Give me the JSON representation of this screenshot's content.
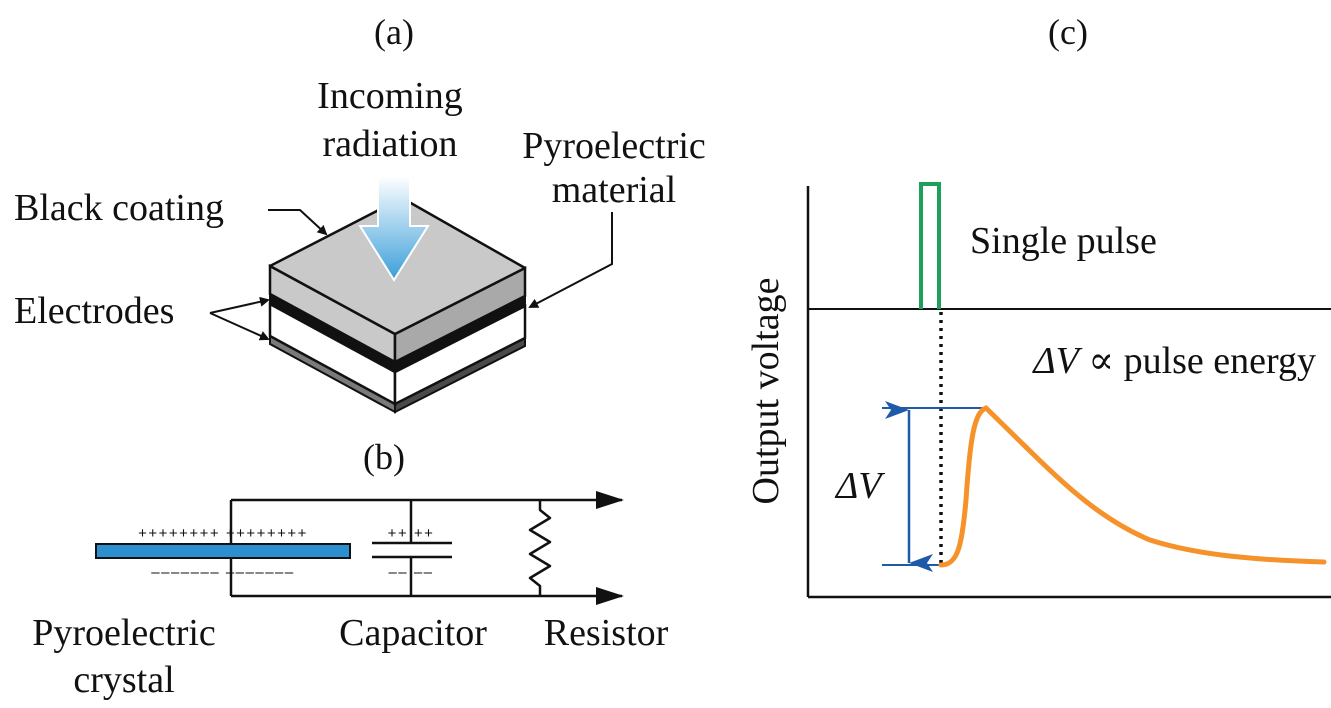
{
  "panels": {
    "a": "(a)",
    "b": "(b)",
    "c": "(c)"
  },
  "panel_a": {
    "incoming_line1": "Incoming",
    "incoming_line2": "radiation",
    "pyro_line1": "Pyroelectric",
    "pyro_line2": "material",
    "black_coating": "Black coating",
    "electrodes": "Electrodes"
  },
  "panel_b": {
    "crystal_line1": "Pyroelectric",
    "crystal_line2": "crystal",
    "capacitor": "Capacitor",
    "resistor": "Resistor",
    "crystal_top_charges": "++++++++ ++++++++",
    "crystal_bottom_charges": "––––––– –––––––",
    "cap_top_charges": "++ ++",
    "cap_bottom_charges": "–– ––"
  },
  "panel_c": {
    "ylabel": "Output voltage",
    "single_pulse": "Single pulse",
    "delta_v": "ΔV",
    "relation_sym": "ΔV",
    "relation_rest": " ∝ pulse energy"
  },
  "colors": {
    "radiation": "#3a9fd9",
    "crystal": "#2b8fd0",
    "pulse": "#1fa05a",
    "response": "#f5922a",
    "delta_arrow": "#1f5aa8"
  }
}
